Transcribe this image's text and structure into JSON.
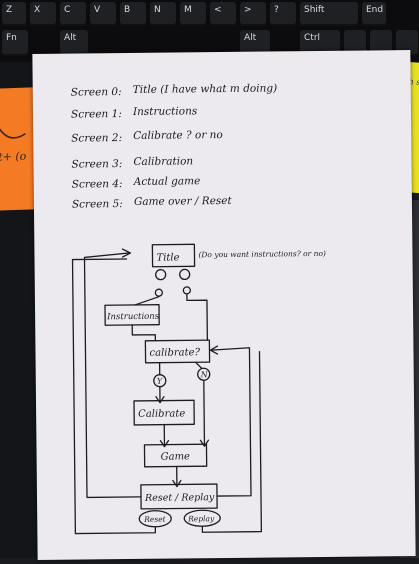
{
  "keyboard": {
    "keys": [
      "Z",
      "X",
      "C",
      "V",
      "B",
      "N",
      "M",
      "<",
      ">",
      "?",
      "Shift",
      "End",
      "Fn",
      "Alt",
      "Alt",
      "Ctrl"
    ]
  },
  "sticky_notes": {
    "left_text": "t+ (o",
    "right_text": "ip th s at"
  },
  "notes": {
    "lines": [
      {
        "label": "Screen 0:",
        "text": "Title (I have what m doing)"
      },
      {
        "label": "Screen 1:",
        "text": "Instructions"
      },
      {
        "label": "Screen 2:",
        "text": "Calibrate ? or no"
      },
      {
        "label": "Screen 3:",
        "text": "Calibration"
      },
      {
        "label": "Screen 4:",
        "text": "Actual game"
      },
      {
        "label": "Screen 5:",
        "text": "Game over / Reset"
      }
    ]
  },
  "flowchart": {
    "title_box": "Title",
    "title_note": "(Do you want instructions? or no)",
    "instructions_box": "Instructions",
    "calibrate_question_box": "calibrate?",
    "yes_label": "Y",
    "no_label": "N",
    "calibrate_box": "Calibrate",
    "game_box": "Game",
    "reset_box": "Reset / Replay",
    "reset_oval": "Reset",
    "replay_oval": "Replay"
  },
  "colors": {
    "paper": "#eceaee",
    "ink": "#1c1c22",
    "sticky_orange": "#f47a24",
    "sticky_yellow": "#e8e021",
    "keyboard": "#0c0c0e"
  }
}
